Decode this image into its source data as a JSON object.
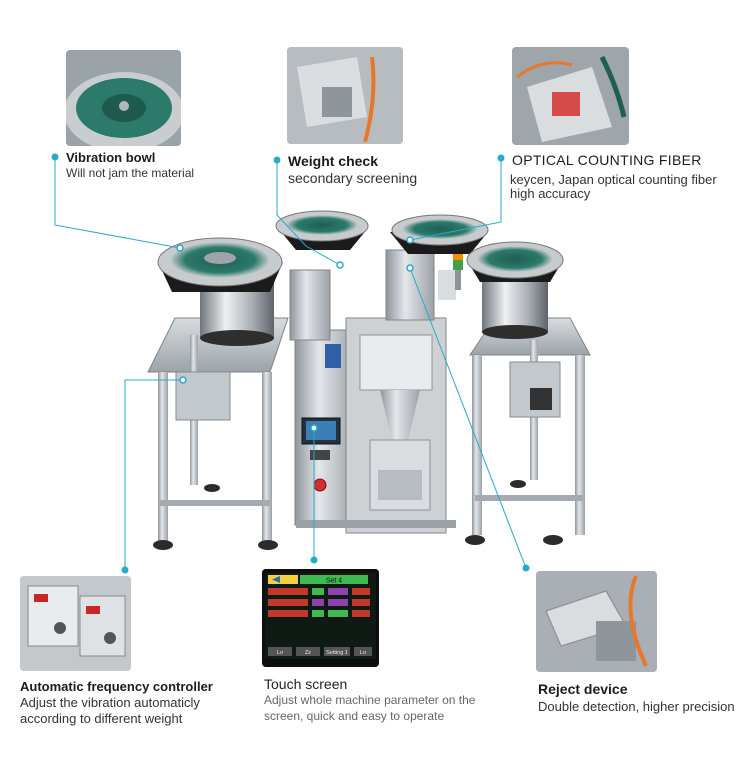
{
  "features": {
    "vibration_bowl": {
      "title": "Vibration bowl",
      "desc": "Will not jam the material"
    },
    "weight_check": {
      "title": "Weight check",
      "desc": "secondary screening"
    },
    "optical_fiber": {
      "title": "OPTICAL COUNTING FIBER",
      "desc_line1": "keycen, Japan  optical counting fiber",
      "desc_line2": "high accuracy"
    },
    "frequency_controller": {
      "title": "Automatic frequency controller",
      "desc_line1": "Adjust the vibration automaticly",
      "desc_line2": "according to different weight"
    },
    "touch_screen": {
      "title": "Touch screen",
      "desc_line1": "Adjust whole machine parameter on the",
      "desc_line2": "screen, quick and easy to operate"
    },
    "reject_device": {
      "title": "Reject device",
      "desc": "Double detection, higher precision"
    }
  },
  "touch_screen_ui": {
    "header": "Set 4",
    "bottom_buttons": [
      "Lo",
      "Zz",
      "Setting 1",
      "Lo"
    ]
  },
  "colors": {
    "callout_line": "#29a9c9",
    "callout_dot": "#29a9c9",
    "steel": "#b9bec3",
    "bowl_green": "#2c7a6a"
  }
}
